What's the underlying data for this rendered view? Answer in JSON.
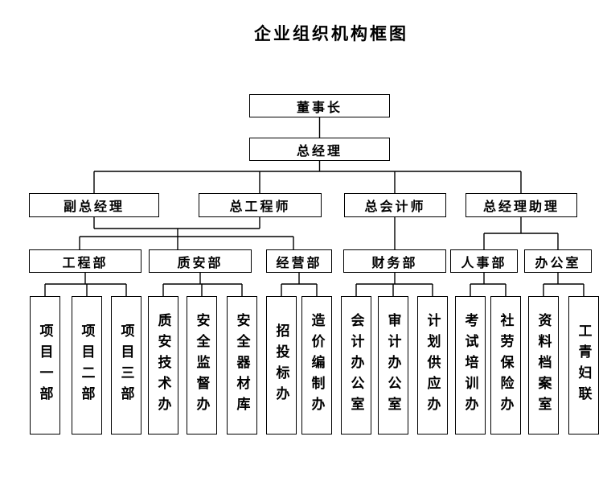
{
  "title": "企业组织机构框图",
  "org": {
    "chairman": "董事长",
    "general_manager": "总经理",
    "executives": [
      "副总经理",
      "总工程师",
      "总会计师",
      "总经理助理"
    ],
    "departments": [
      {
        "label": "工程部",
        "children": [
          "项目一部",
          "项目二部",
          "项目三部"
        ]
      },
      {
        "label": "质安部",
        "children": [
          "质安技术办",
          "安全监督办",
          "安全器材库"
        ]
      },
      {
        "label": "经营部",
        "children": [
          "招投标办",
          "造价编制办"
        ]
      },
      {
        "label": "财务部",
        "children": [
          "会计办公室",
          "审计办公室",
          "计划供应办"
        ]
      },
      {
        "label": "人事部",
        "children": [
          "考试培训办",
          "社劳保险办"
        ]
      },
      {
        "label": "办公室",
        "children": [
          "资料档案室",
          "工青妇联"
        ]
      }
    ]
  },
  "colors": {
    "line": "#000000",
    "background": "#ffffff",
    "text": "#000000"
  }
}
